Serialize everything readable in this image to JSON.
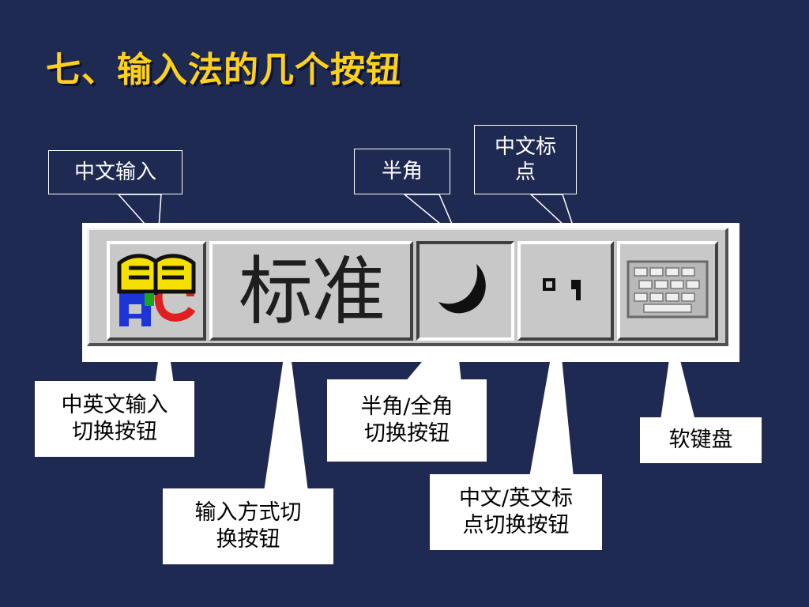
{
  "title": "七、输入法的几个按钮",
  "toolbar": {
    "mode_text": "标准",
    "icons": {
      "language_toggle": "chinese-english-toggle-icon",
      "width_toggle": "half-width-moon-icon",
      "punctuation_toggle": "chinese-punctuation-icon",
      "soft_keyboard": "soft-keyboard-icon"
    }
  },
  "labels": {
    "chinese_input": "中文输入",
    "half_width": "半角",
    "chinese_punct": "中文标\n点",
    "cn_en_toggle": "中英文输入\n切换按钮",
    "input_mode_toggle": "输入方式切\n换按钮",
    "width_toggle": "半角/全角\n切换按钮",
    "punct_toggle": "中文/英文标\n点切换按钮",
    "soft_keyboard": "软键盘"
  },
  "colors": {
    "background": "#1f2a52",
    "title": "#ffd11a",
    "toolbar_face": "#c8c8c8"
  }
}
